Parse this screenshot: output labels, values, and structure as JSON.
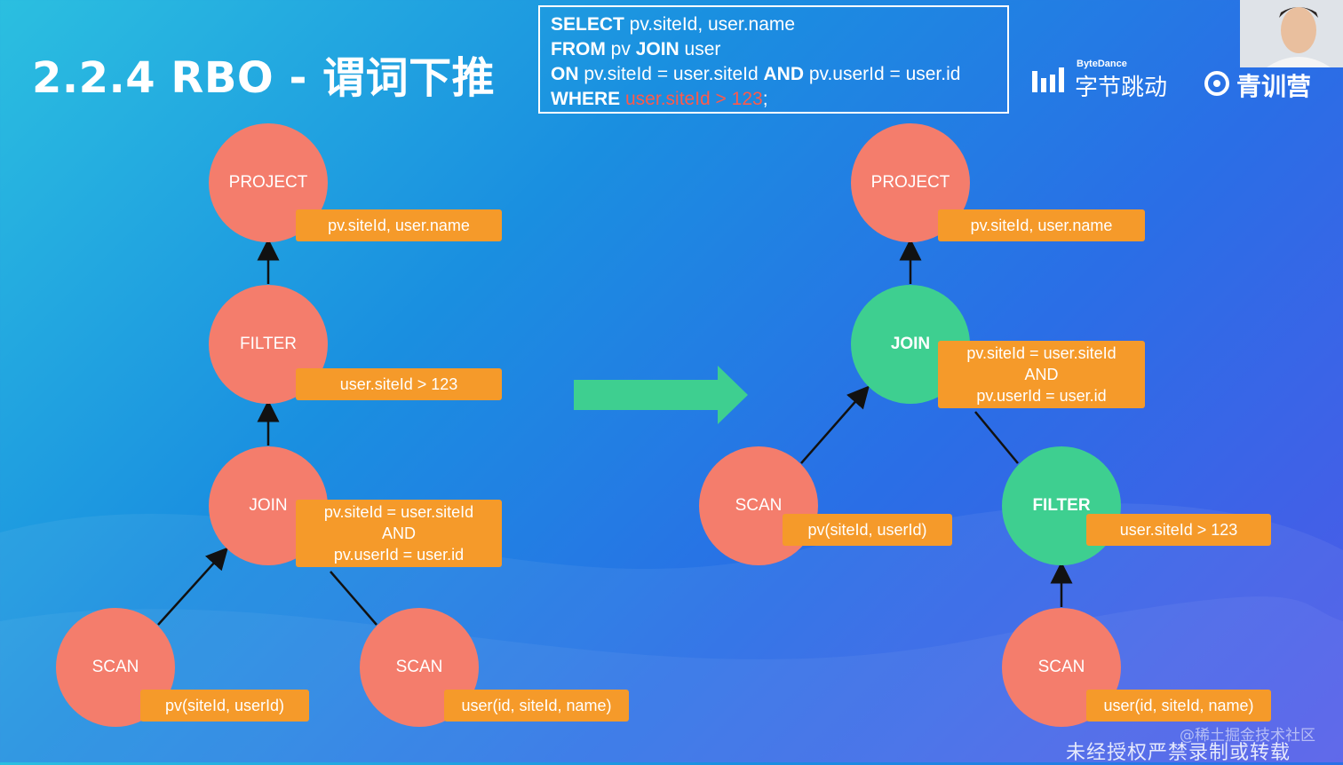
{
  "title": "2.2.4 RBO - 谓词下推",
  "sql": {
    "line1_kw": "SELECT",
    "line1_rest": " pv.siteId, user.name",
    "line2_kw": "FROM",
    "line2_mid": " pv ",
    "line2_kw2": "JOIN",
    "line2_rest": " user",
    "line3_kw": "ON",
    "line3_mid": " pv.siteId = user.siteId ",
    "line3_kw2": "AND",
    "line3_rest": " pv.userId = user.id",
    "line4_kw": "WHERE",
    "line4_hl": " user.siteId > 123",
    "line4_rest": ";"
  },
  "logos": {
    "bytedance_en": "ByteDance",
    "bytedance_cn": "字节跳动",
    "camp_cn": "青训营"
  },
  "left_tree": {
    "project": {
      "label": "PROJECT",
      "tag": "pv.siteId, user.name"
    },
    "filter": {
      "label": "FILTER",
      "tag": "user.siteId > 123"
    },
    "join": {
      "label": "JOIN",
      "tag1": "pv.siteId = user.siteId",
      "tag2": "AND",
      "tag3": "pv.userId = user.id"
    },
    "scan_pv": {
      "label": "SCAN",
      "tag": "pv(siteId, userId)"
    },
    "scan_user": {
      "label": "SCAN",
      "tag": "user(id, siteId, name)"
    }
  },
  "right_tree": {
    "project": {
      "label": "PROJECT",
      "tag": "pv.siteId, user.name"
    },
    "join": {
      "label": "JOIN",
      "tag1": "pv.siteId = user.siteId",
      "tag2": "AND",
      "tag3": "pv.userId = user.id"
    },
    "scan_pv": {
      "label": "SCAN",
      "tag": "pv(siteId, userId)"
    },
    "filter": {
      "label": "FILTER",
      "tag": "user.siteId > 123"
    },
    "scan_user": {
      "label": "SCAN",
      "tag": "user(id, siteId, name)"
    }
  },
  "watermark": {
    "site": "@稀土掘金技术社区",
    "notice": "未经授权严禁录制或转载"
  },
  "colors": {
    "node_red": "#f47d6c",
    "node_green": "#3ecf90",
    "tag_orange": "#f59a2a",
    "arrow_green": "#3ecf90"
  }
}
